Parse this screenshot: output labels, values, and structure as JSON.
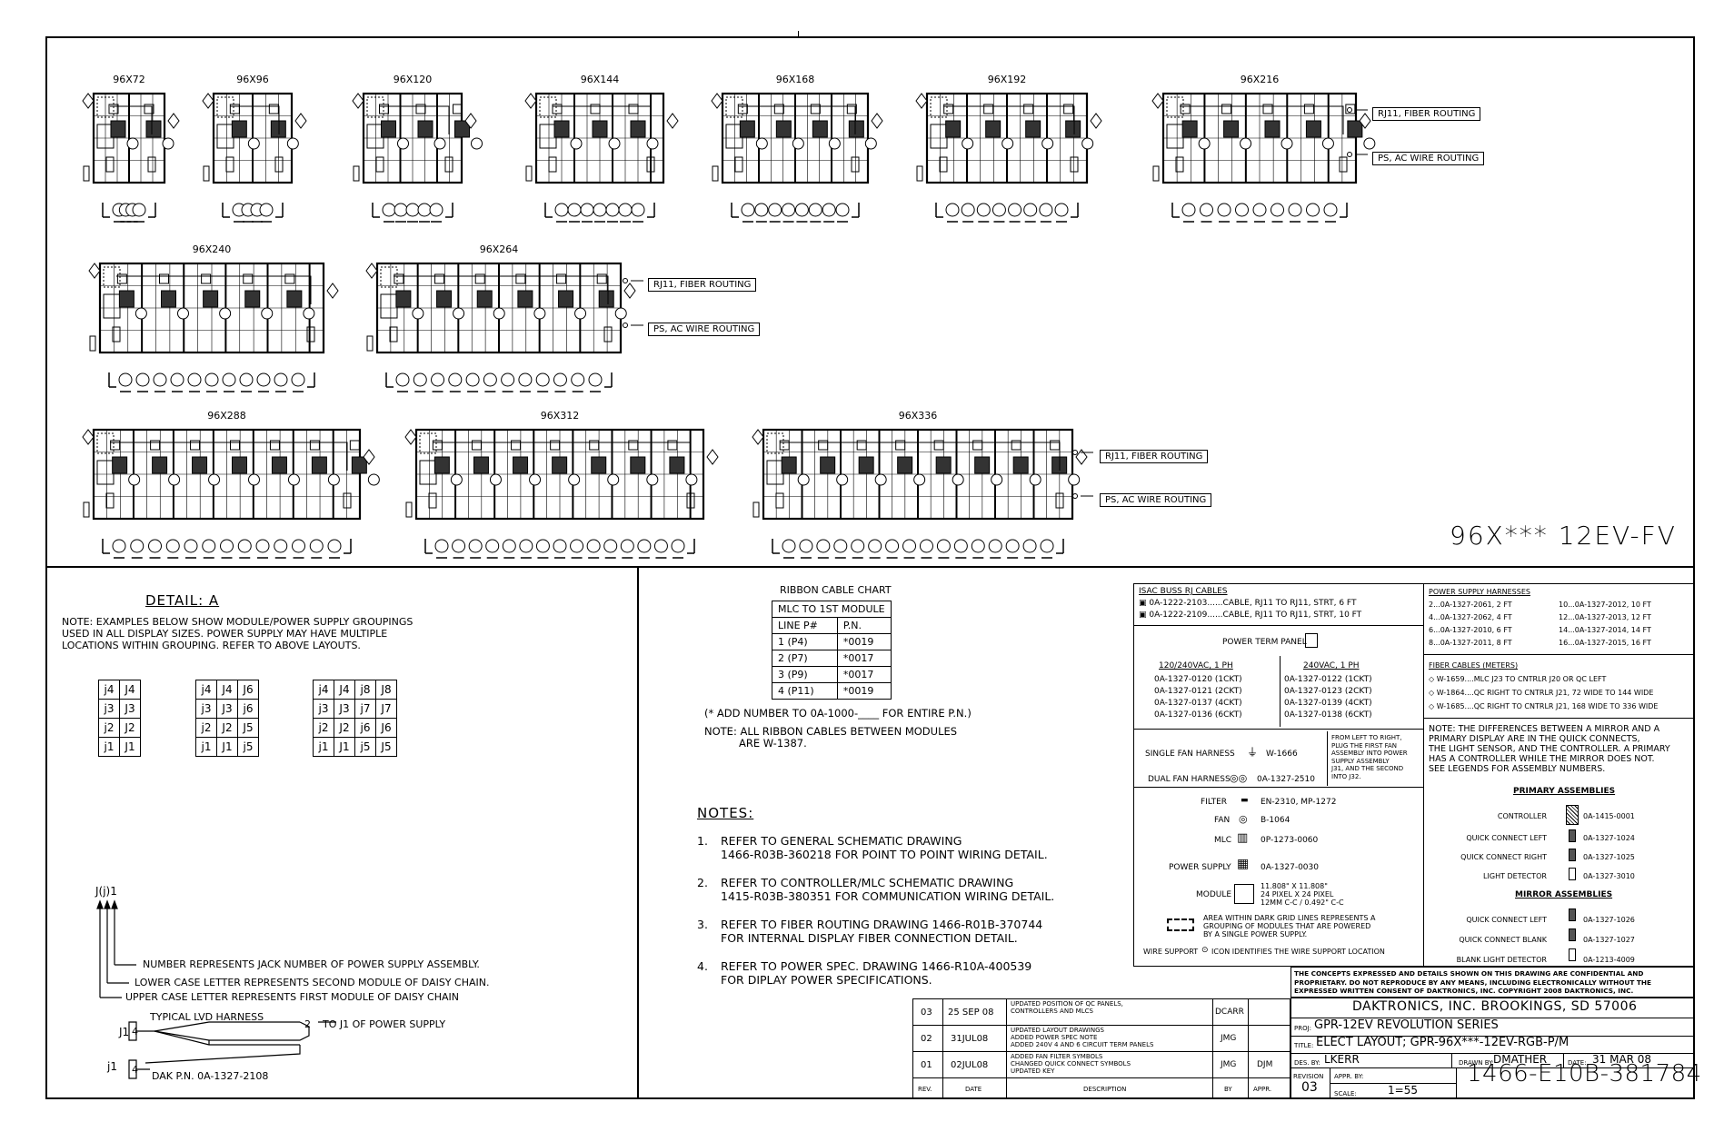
{
  "layouts_row1": [
    {
      "label": "96X72"
    },
    {
      "label": "96X96"
    },
    {
      "label": "96X120"
    },
    {
      "label": "96X144"
    },
    {
      "label": "96X168"
    },
    {
      "label": "96X192"
    },
    {
      "label": "96X216"
    }
  ],
  "layouts_row2": [
    {
      "label": "96X240"
    },
    {
      "label": "96X264"
    }
  ],
  "layouts_row3": [
    {
      "label": "96X288"
    },
    {
      "label": "96X312"
    },
    {
      "label": "96X336"
    }
  ],
  "routing_labels": {
    "rj11": "RJ11, FIBER ROUTING",
    "ps": "PS, AC WIRE ROUTING"
  },
  "sheet_title": "96X*** 12EV-FV",
  "detail": {
    "title": "DETAIL: A",
    "note": [
      "NOTE: EXAMPLES BELOW SHOW MODULE/POWER SUPPLY GROUPINGS",
      "USED IN ALL DISPLAY SIZES. POWER SUPPLY MAY HAVE MULTIPLE",
      "LOCATIONS WITHIN GROUPING. REFER TO ABOVE LAYOUTS."
    ],
    "grid1": [
      [
        "j4",
        "J4"
      ],
      [
        "j3",
        "J3"
      ],
      [
        "j2",
        "J2"
      ],
      [
        "j1",
        "J1"
      ]
    ],
    "grid2": [
      [
        "j4",
        "J4",
        "J6"
      ],
      [
        "j3",
        "J3",
        "j6"
      ],
      [
        "j2",
        "J2",
        "J5"
      ],
      [
        "j1",
        "J1",
        "j5"
      ]
    ],
    "grid3": [
      [
        "j4",
        "J4",
        "j8",
        "J8"
      ],
      [
        "j3",
        "J3",
        "j7",
        "J7"
      ],
      [
        "j2",
        "J2",
        "j6",
        "J6"
      ],
      [
        "j1",
        "J1",
        "j5",
        "J5"
      ]
    ],
    "jack_label": "J(j)1",
    "legend": [
      "NUMBER REPRESENTS JACK NUMBER OF POWER SUPPLY ASSEMBLY.",
      "LOWER CASE LETTER REPRESENTS SECOND MODULE OF DAISY CHAIN.",
      "UPPER CASE LETTER REPRESENTS FIRST MODULE OF DAISY CHAIN"
    ],
    "harness_title": "TYPICAL LVD HARNESS",
    "harness_to": "TO J1 OF POWER SUPPLY",
    "harness_j1": "J1",
    "harness_j1b": "j1",
    "harness_n4": "4",
    "harness_n2": "2",
    "harness_pn": "DAK P.N. 0A-1327-2108"
  },
  "ribbon": {
    "title": "RIBBON CABLE CHART",
    "header": "MLC TO 1ST MODULE",
    "col1": "LINE P#",
    "col2": "P.N.",
    "rows": [
      [
        "1 (P4)",
        "*0019"
      ],
      [
        "2 (P7)",
        "*0017"
      ],
      [
        "3 (P9)",
        "*0017"
      ],
      [
        "4 (P11)",
        "*0019"
      ]
    ],
    "add_note": "(* ADD NUMBER TO 0A-1000-____ FOR ENTIRE P.N.)",
    "note1": "NOTE: ALL RIBBON CABLES BETWEEN MODULES",
    "note2": "ARE W-1387."
  },
  "notes": {
    "title": "NOTES:",
    "items": [
      {
        "n": "1.",
        "l1": "REFER TO GENERAL SCHEMATIC DRAWING",
        "l2": "1466-R03B-360218 FOR POINT TO POINT WIRING DETAIL."
      },
      {
        "n": "2.",
        "l1": "REFER TO CONTROLLER/MLC SCHEMATIC DRAWING",
        "l2": "1415-R03B-380351 FOR COMMUNICATION WIRING DETAIL."
      },
      {
        "n": "3.",
        "l1": "REFER TO FIBER ROUTING DRAWING 1466-R01B-370744",
        "l2": "FOR INTERNAL DISPLAY FIBER CONNECTION DETAIL."
      },
      {
        "n": "4.",
        "l1": "REFER TO POWER SPEC. DRAWING 1466-R10A-400539",
        "l2": "FOR DIPLAY POWER SPECIFICATIONS."
      }
    ]
  },
  "legend_box": {
    "isac_title": "ISAC BUSS RJ CABLES",
    "isac": [
      "0A-1222-2103......CABLE, RJ11 TO RJ11, STRT, 6 FT",
      "0A-1222-2109......CABLE, RJ11 TO RJ11, STRT, 10 FT"
    ],
    "ptp_label": "POWER TERM PANEL",
    "ph120_title": "120/240VAC, 1 PH",
    "ph120": [
      "0A-1327-0120 (1CKT)",
      "0A-1327-0121 (2CKT)",
      "0A-1327-0137 (4CKT)",
      "0A-1327-0136 (6CKT)"
    ],
    "ph240_title": "240VAC, 1 PH",
    "ph240": [
      "0A-1327-0122 (1CKT)",
      "0A-1327-0123 (2CKT)",
      "0A-1327-0139 (4CKT)",
      "0A-1327-0138 (6CKT)"
    ],
    "single_fan": "SINGLE FAN HARNESS",
    "single_fan_pn": "W-1666",
    "dual_fan": "DUAL FAN HARNESS",
    "dual_fan_pn": "0A-1327-2510",
    "fan_note": [
      "FROM LEFT TO RIGHT,",
      "PLUG THE FIRST FAN",
      "ASSEMBLY INTO POWER",
      "SUPPLY ASSEMBLY",
      "J31, AND THE SECOND",
      "INTO J32."
    ],
    "filter": "FILTER",
    "filter_pn": "EN-2310, MP-1272",
    "fan": "FAN",
    "fan_pn": "B-1064",
    "mlc": "MLC",
    "mlc_pn": "0P-1273-0060",
    "ps": "POWER SUPPLY",
    "ps_pn": "0A-1327-0030",
    "module": "MODULE",
    "module_desc": [
      "11.808\" X 11.808\"",
      "24 PIXEL X 24 PIXEL",
      "12MM C-C / 0.492\" C-C"
    ],
    "area_note": [
      "AREA WITHIN DARK GRID LINES REPRESENTS A",
      "GROUPING OF MODULES THAT ARE POWERED",
      "BY A SINGLE POWER SUPPLY."
    ],
    "wire_support": "WIRE SUPPORT",
    "wire_support_note": "ICON IDENTIFIES THE WIRE SUPPORT LOCATION",
    "psh_title": "POWER SUPPLY HARNESSES",
    "psh": [
      "2...0A-1327-2061, 2 FT",
      "4...0A-1327-2062, 4 FT",
      "6...0A-1327-2010, 6 FT",
      "8...0A-1327-2011, 8 FT"
    ],
    "psh2": [
      "10...0A-1327-2012, 10 FT",
      "12...0A-1327-2013, 12 FT",
      "14...0A-1327-2014, 14 FT",
      "16...0A-1327-2015, 16 FT"
    ],
    "fiber_title": "FIBER CABLES (METERS)",
    "fiber": [
      "W-1659....MLC J23 TO CNTRLR J20 OR QC LEFT",
      "W-1864....QC RIGHT TO CNTRLR J21, 72 WIDE TO 144 WIDE",
      "W-1685....QC RIGHT TO CNTRLR J21, 168 WIDE TO 336 WIDE"
    ],
    "mirror_note": [
      "NOTE:  THE DIFFERENCES BETWEEN A MIRROR AND A",
      "PRIMARY DISPLAY ARE IN THE QUICK CONNECTS,",
      "THE LIGHT SENSOR, AND THE CONTROLLER.  A PRIMARY",
      "HAS A CONTROLLER WHILE THE MIRROR DOES NOT.",
      "SEE LEGENDS FOR ASSEMBLY NUMBERS."
    ],
    "primary_title": "PRIMARY ASSEMBLIES",
    "primary": [
      [
        "CONTROLLER",
        "0A-1415-0001"
      ],
      [
        "QUICK CONNECT LEFT",
        "0A-1327-1024"
      ],
      [
        "QUICK CONNECT RIGHT",
        "0A-1327-1025"
      ],
      [
        "LIGHT DETECTOR",
        "0A-1327-3010"
      ]
    ],
    "mirror_title": "MIRROR ASSEMBLIES",
    "mirror": [
      [
        "QUICK CONNECT LEFT",
        "0A-1327-1026"
      ],
      [
        "QUICK CONNECT BLANK",
        "0A-1327-1027"
      ],
      [
        "BLANK LIGHT DETECTOR",
        "0A-1213-4009"
      ]
    ]
  },
  "confidential": [
    "THE CONCEPTS  EXPRESSED  AND  DETAILS SHOWN ON THIS DRAWING ARE CONFIDENTIAL AND",
    "PROPRIETARY.  DO NOT REPRODUCE BY ANY MEANS, INCLUDING ELECTRONICALLY WITHOUT THE",
    "EXPRESSED WRITTEN CONSENT OF DAKTRONICS, INC.                  COPYRIGHT 2008 DAKTRONICS, INC."
  ],
  "title_block": {
    "company": "DAKTRONICS, INC.  BROOKINGS, SD 57006",
    "proj_label": "PROJ:",
    "proj": "GPR-12EV REVOLUTION SERIES",
    "title_label": "TITLE:",
    "title": "ELECT LAYOUT; GPR-96X***-12EV-RGB-P/M",
    "des_label": "DES. BY:",
    "des": "LKERR",
    "drawn_label": "DRAWN BY:",
    "drawn": "DMATHER",
    "date_label": "DATE:",
    "date": "31 MAR 08",
    "rev_label": "REVISION",
    "rev": "03",
    "appr_label": "APPR. BY:",
    "scale_label": "SCALE:",
    "scale": "1=55",
    "dwg": "1466-E10B-381784"
  },
  "revisions": {
    "rows": [
      {
        "rev": "03",
        "date": "25 SEP 08",
        "desc": [
          "UPDATED POSITION OF QC PANELS,",
          "CONTROLLERS AND MLCS"
        ],
        "by": "DCARR",
        "appr": ""
      },
      {
        "rev": "02",
        "date": "31JUL08",
        "desc": [
          "UPDATED LAYOUT DRAWINGS",
          "ADDED POWER SPEC NOTE",
          "ADDED 240V 4 AND 6 CIRCUIT TERM PANELS"
        ],
        "by": "JMG",
        "appr": ""
      },
      {
        "rev": "01",
        "date": "02JUL08",
        "desc": [
          "ADDED FAN FILTER SYMBOLS",
          "CHANGED QUICK CONNECT SYMBOLS",
          "UPDATED KEY"
        ],
        "by": "JMG",
        "appr": "DJM"
      }
    ],
    "head": {
      "rev": "REV.",
      "date": "DATE",
      "desc": "DESCRIPTION",
      "by": "BY",
      "appr": "APPR."
    }
  }
}
